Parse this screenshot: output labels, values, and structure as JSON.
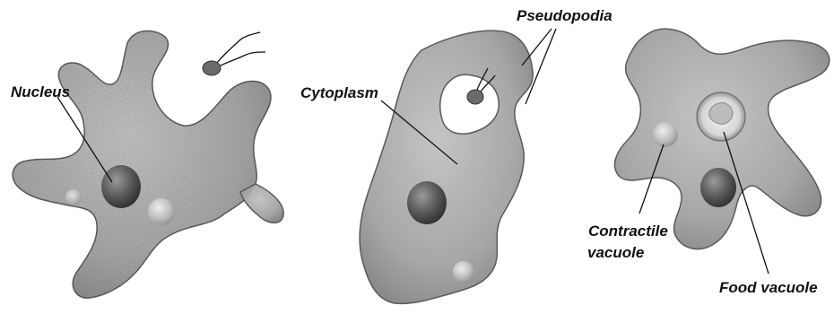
{
  "labels": {
    "nucleus": "Nucleus",
    "cytoplasm": "Cytoplasm",
    "pseudopodia": "Pseudopodia",
    "contractile_vacuole_line1": "Contractile",
    "contractile_vacuole_line2": "vacuole",
    "food_vacuole": "Food vacuole"
  },
  "colors": {
    "cell_fill": "#a9a9a9",
    "cell_outline": "#555555",
    "label_text": "#111111"
  }
}
